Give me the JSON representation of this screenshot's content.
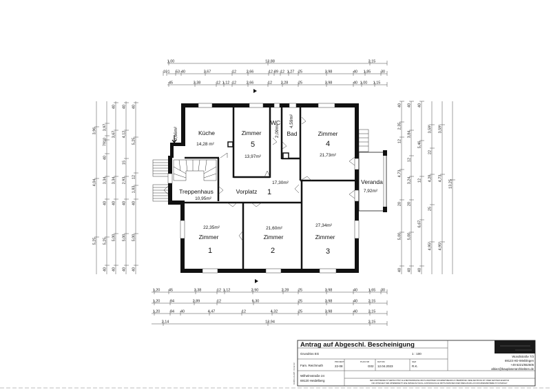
{
  "rooms": {
    "kueche": {
      "name": "Küche",
      "area": "14,28 m²"
    },
    "zimmer5": {
      "name": "Zimmer",
      "number": "5",
      "area": "13,97m²"
    },
    "wc": {
      "name": "WC",
      "area": "2,09m²"
    },
    "bad": {
      "name": "Bad",
      "area": "4,59m²"
    },
    "zimmer4": {
      "name": "Zimmer",
      "number": "4",
      "area": "21,73m²"
    },
    "veranda": {
      "name": "Veranda",
      "area": "7,92m²"
    },
    "treppenhaus": {
      "name": "Treppenhaus",
      "area": "10,95m²"
    },
    "vorplatz": {
      "name": "Vorplatz",
      "number": "1",
      "area": "17,30m²"
    },
    "zimmer1": {
      "name": "Zimmer",
      "number": "1",
      "area": "22,35m²"
    },
    "zimmer2": {
      "name": "Zimmer",
      "number": "2",
      "area": "21,60m²"
    },
    "zimmer3": {
      "name": "Zimmer",
      "number": "3",
      "area": "27,34m²"
    },
    "nook": {
      "area": "0,66m²"
    }
  },
  "dimensions": {
    "top": [
      [
        "1,00",
        "13,88",
        "2,15"
      ],
      [
        "10",
        "1",
        "53",
        "40",
        "3,67",
        "12",
        "2,66",
        "12",
        "89",
        "12",
        "1,27",
        "25",
        "3,98",
        "40",
        "1,85",
        "30"
      ],
      [
        "45",
        "3,38",
        "12",
        "1,12",
        "12",
        "2,66",
        "12",
        "2,28",
        "25",
        "3,98",
        "40",
        "1,00",
        "1,15"
      ]
    ],
    "bottom": [
      [
        "1,20",
        "45",
        "3,38",
        "12",
        "1,12",
        "2,90",
        "2,28",
        "25",
        "3,98",
        "40",
        "1,65",
        "30"
      ],
      [
        "1,20",
        "94",
        "2,89",
        "12",
        "6,30",
        "25",
        "3,98",
        "40",
        "2,15"
      ],
      [
        "1,20",
        "94",
        "40",
        "4,47",
        "12",
        "4,32",
        "25",
        "3,98",
        "40",
        "2,15"
      ],
      [
        "2,14",
        "13,94",
        "2,15"
      ]
    ],
    "left": [
      [
        "3,96",
        "4,04",
        "5,25"
      ],
      [
        "3,97",
        "79",
        "10",
        "40",
        "3,34",
        "40",
        "5,25",
        "40"
      ],
      [
        "40",
        "3,67",
        "3,34",
        "40",
        "5,00",
        "40"
      ],
      [
        "40",
        "4,12",
        "15",
        "2,93",
        "40",
        "5,00",
        "40"
      ],
      [
        "40",
        "5,25",
        "12",
        "1,83",
        "40",
        "5,00",
        "40"
      ]
    ],
    "right": [
      [
        "40",
        "2,35",
        "12",
        "4,73",
        "20",
        "5,00",
        "40"
      ],
      [
        "40",
        "3,84",
        "12",
        "3,24",
        "20",
        "5,00",
        "40"
      ],
      [
        "40",
        "5,46",
        "12",
        "6,67",
        "40"
      ],
      [
        "3,59⁵",
        "22",
        "4,28",
        "25",
        "4,95⁵"
      ],
      [
        "3,59⁵",
        "4,73",
        "4,95⁵"
      ],
      [
        "13,25"
      ]
    ]
  },
  "title_block": {
    "title": "Antrag auf Abgeschl. Bescheinigung",
    "subtitle": "Grundriss EG",
    "scale": "1 : 100",
    "client": "Fam. Reichmuth",
    "project_label": "PROJEKT",
    "project": "22-08",
    "plan_label": "PLAN NR",
    "plan": "G02",
    "date_label": "DATUM",
    "date": "12.04.2023",
    "drawn_label": "GEZ",
    "drawn": "R.K.",
    "site_street": "Wilhelmstraße 24",
    "site_city": "69120 Heidelberg",
    "office_street": "Wundtstraße 7/3",
    "office_city": "69123 HD-Wieblingen",
    "office_phone": "+49 6221/652505",
    "office_email": "albiez@bauplanerarchitekten.de",
    "disclaimer_1": "DER AUSFÜHRENDE IST VERPFLICHTET, ALLE BESTANDSMASSE UND PLANGRÖSSEN VOR ARBEITSBEGINN ZU ÜBERPRÜFEN. DIESE ZEICHNUNG IST UNSER GEISTIGES EIGENTUM",
    "disclaimer_2": "UND UNTERLIEGT DEM URHEBERRECHT. EINE VERVIELFÄLTIGUNG, AUSHÄNDIGUNG AN DRITTE PERSONEN ODER ÜBERLASSUNG AN KONKURRENZBETRIEBE IST UNTERSAGT",
    "sheet_note": "0,406 x 0,297 = 0,12 m²"
  }
}
